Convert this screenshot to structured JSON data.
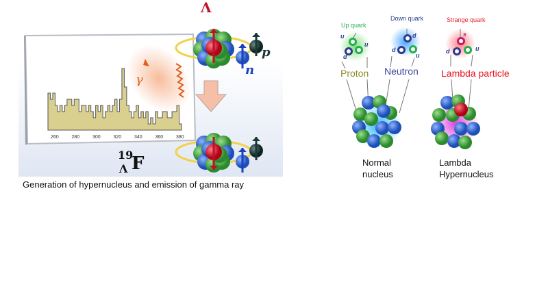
{
  "left_figure": {
    "caption": "Generation of hypernucleus and emission of gamma ray",
    "lambda_symbol": "Λ",
    "proton_symbol": "p",
    "neutron_symbol": "n",
    "gamma_symbol": "γ",
    "isotope": {
      "mass_number": "19",
      "subscript": "Λ",
      "element": "F"
    },
    "spectrum": {
      "x_ticks": [
        "260",
        "280",
        "300",
        "320",
        "340",
        "360",
        "380"
      ],
      "bins": [
        6,
        5,
        6,
        4,
        3,
        4,
        3,
        4,
        5,
        5,
        4,
        5,
        5,
        3,
        4,
        4,
        3,
        4,
        3,
        2,
        4,
        3,
        4,
        2,
        3,
        4,
        3,
        4,
        5,
        3,
        5,
        10,
        7,
        4,
        3,
        2,
        3,
        4,
        2,
        3,
        2,
        3,
        1,
        2,
        1,
        3,
        2,
        2,
        3,
        3,
        2,
        2,
        3,
        3,
        4,
        1
      ],
      "fill_color": "#d9cf8f"
    },
    "colors": {
      "lambda": "#c0102a",
      "proton": "#1a3a36",
      "neutron": "#1a3fbf",
      "gamma": "#e06020",
      "ring": "#f1d24a"
    }
  },
  "right_figure": {
    "quarks": {
      "up": "Up quark",
      "down": "Down quark",
      "strange": "Strange quark"
    },
    "quark_symbols": {
      "u": "u",
      "d": "d",
      "s": "s"
    },
    "particles": {
      "proton": "Proton",
      "neutron": "Neutron",
      "lambda": "Lambda particle"
    },
    "nuclei": {
      "normal": [
        "Normal",
        "nucleus"
      ],
      "hyper": [
        "Lambda",
        "Hypernucleus"
      ]
    },
    "colors": {
      "up": "#22b04a",
      "down": "#2c3a8c",
      "strange": "#e8202e",
      "proton_label": "#8c8c2a",
      "neutron_label": "#3a4aa0",
      "lambda_label": "#e8101e"
    }
  }
}
